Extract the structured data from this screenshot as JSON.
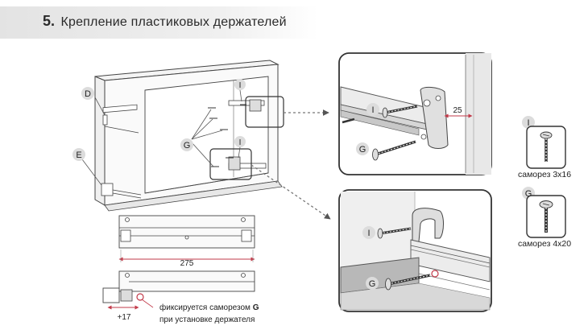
{
  "header": {
    "step_number": "5.",
    "title": "Крепление пластиковых держателей"
  },
  "cabinet": {
    "labels": {
      "D": "D",
      "E": "E",
      "I_top": "I",
      "I_mid": "I",
      "G": "G"
    }
  },
  "detail_top": {
    "labels": {
      "I": "I",
      "G": "G"
    },
    "dimension": "25"
  },
  "detail_bottom": {
    "labels": {
      "I": "I",
      "G": "G"
    }
  },
  "rail_top": {
    "dimension": "275"
  },
  "rail_bottom": {
    "offset": "+17"
  },
  "note": {
    "line1_prefix": "фиксируется саморезом ",
    "line1_code": "G",
    "line2": "при установке держателя"
  },
  "screws": [
    {
      "code": "I",
      "caption": "саморез 3х16"
    },
    {
      "code": "G",
      "caption": "саморез 4х20"
    }
  ]
}
